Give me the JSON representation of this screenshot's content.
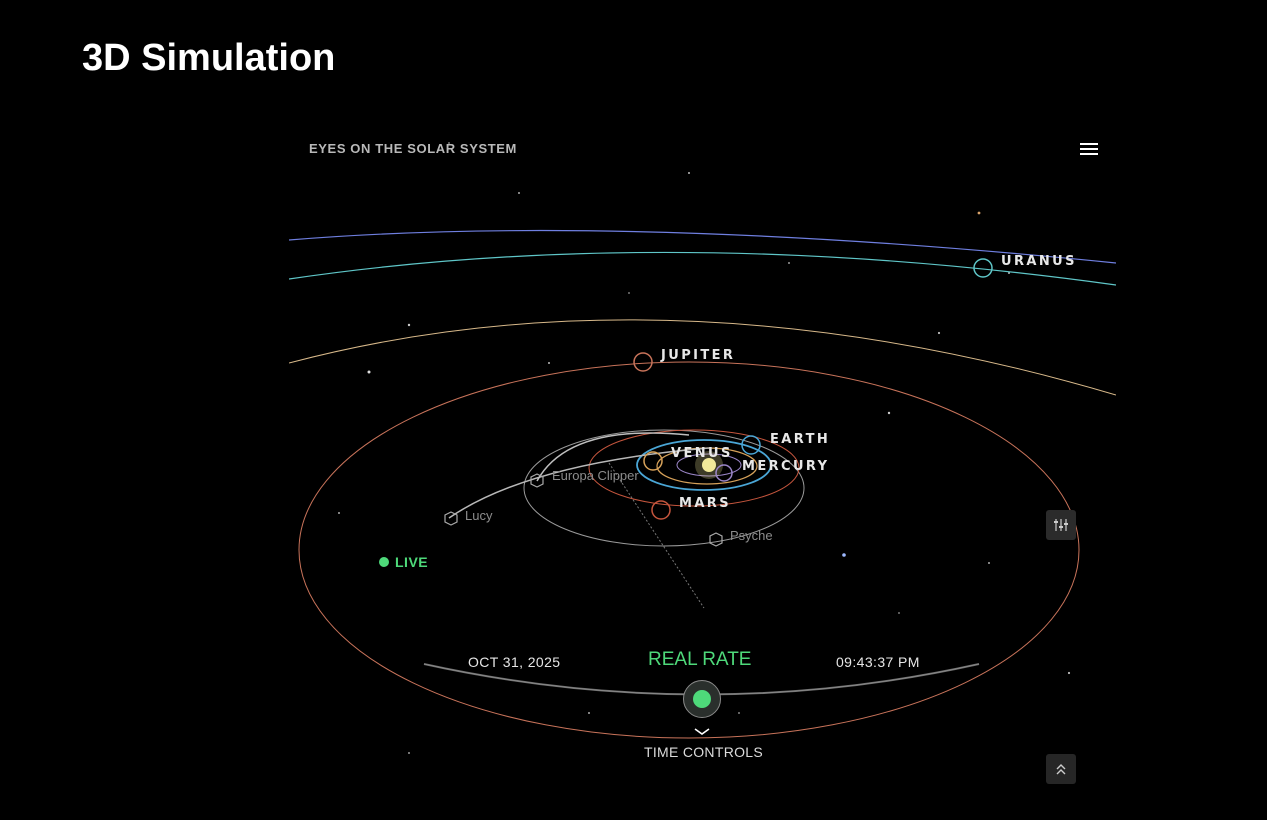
{
  "page": {
    "title": "3D Simulation"
  },
  "app": {
    "title": "EYES ON THE SOLAR SYSTEM",
    "menu_icon": "hamburger-menu-icon"
  },
  "planets": {
    "uranus": "URANUS",
    "jupiter": "JUPITER",
    "earth": "EARTH",
    "venus": "VENUS",
    "mercury": "MERCURY",
    "mars": "MARS"
  },
  "spacecraft": {
    "europa_clipper": "Europa Clipper",
    "lucy": "Lucy",
    "psyche": "Psyche"
  },
  "live": {
    "label": "LIVE",
    "color": "#4ed97a"
  },
  "time_controls": {
    "date": "OCT 31, 2025",
    "rate": "REAL RATE",
    "time": "09:43:37 PM",
    "label": "TIME CONTROLS"
  },
  "colors": {
    "uranus_orbit": "#5fc6c8",
    "neptune_orbit": "#6f7fe0",
    "saturn_orbit": "#d8b98a",
    "jupiter_orbit": "#c8735a",
    "earth_orbit": "#4aa6d6",
    "mars_orbit": "#c4553d",
    "accent_green": "#4ed97a"
  }
}
